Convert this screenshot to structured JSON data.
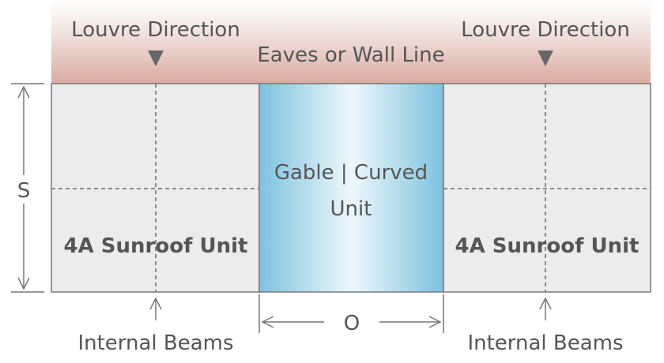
{
  "labels": {
    "louvre_left": "Louvre Direction",
    "louvre_right": "Louvre Direction",
    "eaves": "Eaves or Wall Line",
    "dim_s": "S",
    "dim_o": "O",
    "unit_left": "4A Sunroof Unit",
    "unit_right": "4A Sunroof Unit",
    "gable_line1": "Gable | Curved",
    "gable_line2": "Unit",
    "beams_left": "Internal Beams",
    "beams_right": "Internal Beams"
  },
  "colors": {
    "eaves_top": "#f6eeea",
    "eaves_bottom": "#d8aaa0",
    "panel_fill": "#ececec",
    "outline": "#7a7a7a",
    "gable_edge": "#7cc0dd",
    "gable_center": "#eaf6fb",
    "text": "#555555"
  },
  "icons": [
    "triangle-down-icon",
    "arrow-up-icon",
    "double-arrow-icon"
  ]
}
